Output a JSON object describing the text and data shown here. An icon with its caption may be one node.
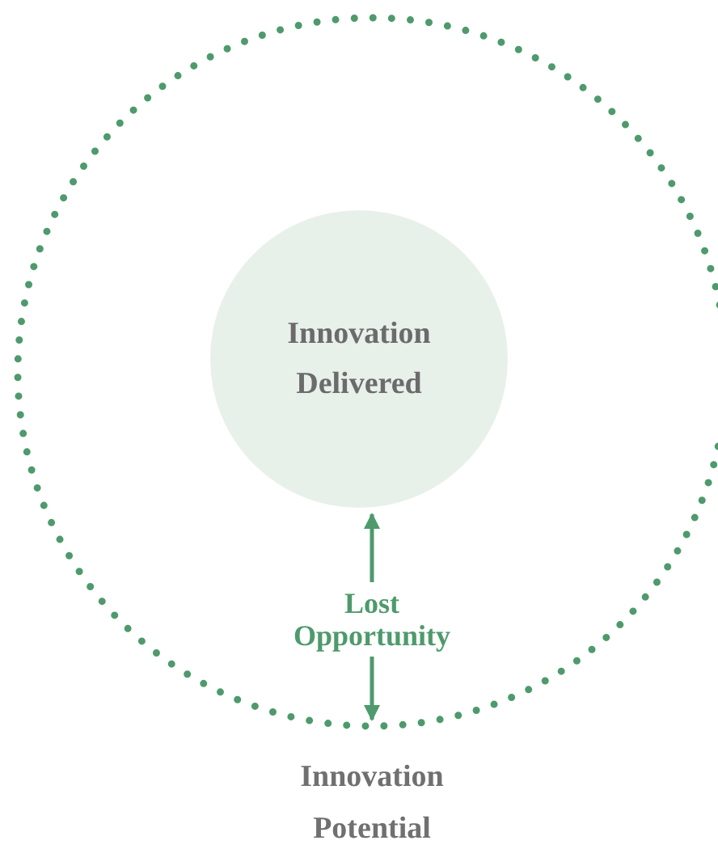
{
  "diagram": {
    "nodes": [
      {
        "text": [
          "Innovation Potential"
        ]
      },
      {
        "text": [
          "Innovation Delivered"
        ],
        "in": 0
      },
      {
        "text": [
          "Lost Opportunity"
        ],
        "in": 0
      }
    ],
    "edges": [
      {
        "from": 2,
        "to": 1,
        "arrow": "to"
      },
      {
        "from": 2,
        "to": 0,
        "arrow": "to"
      }
    ]
  }
}
